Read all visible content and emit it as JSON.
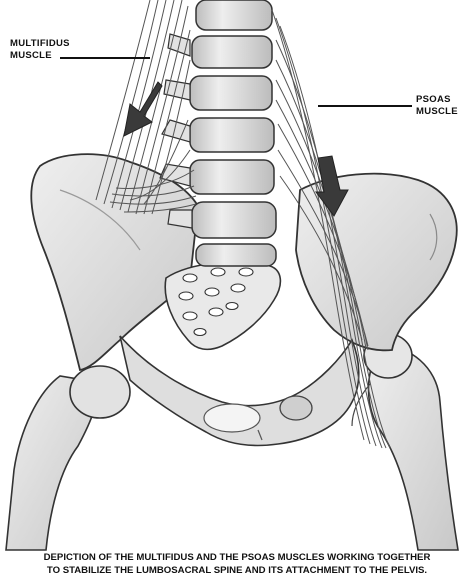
{
  "labels": {
    "multifidus": {
      "line1": "MULTIFIDUS",
      "line2": "MUSCLE"
    },
    "psoas": {
      "line1": "PSOAS",
      "line2": "MUSCLE"
    }
  },
  "caption": {
    "line1": "DEPICTION OF THE MULTIFIDUS AND THE PSOAS MUSCLES WORKING TOGETHER",
    "line2": "TO STABILIZE THE LUMBOSACRAL SPINE AND ITS ATTACHMENT TO THE PELVIS."
  },
  "colors": {
    "bone": "#d9d9d9",
    "bone_light": "#ededed",
    "bone_shade": "#b9b9b9",
    "muscle": "#c6c6c6",
    "outline": "#333333",
    "arrow": "#3a3a3a"
  }
}
